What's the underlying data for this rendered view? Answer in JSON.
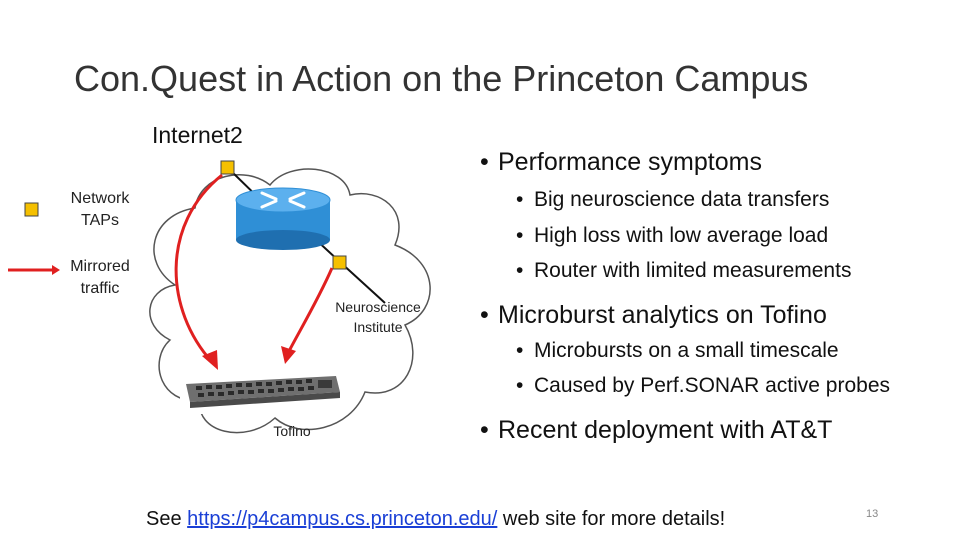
{
  "slide": {
    "title": "Con.Quest in Action on the Princeton Campus",
    "page_number": "13"
  },
  "diagram": {
    "internet_label": "Internet2",
    "legend": {
      "taps_line1": "Network",
      "taps_line2": "TAPs",
      "mirror_line1": "Mirrored",
      "mirror_line2": "traffic"
    },
    "neuro_line1": "Neuroscience",
    "neuro_line2": "Institute",
    "tofino_label": "Tofino",
    "colors": {
      "tap": "#f5c000",
      "arrow": "#e02020",
      "router": "#2f8fd6"
    }
  },
  "bullets": {
    "b1": "Performance symptoms",
    "b1_sub": [
      "Big neuroscience data transfers",
      "High loss with low average load",
      "Router with limited measurements"
    ],
    "b2": "Microburst analytics on Tofino",
    "b2_sub": [
      "Microbursts on a small timescale",
      "Caused by Perf.SONAR active probes"
    ],
    "b3": "Recent deployment with AT&T"
  },
  "footer": {
    "prefix": "See ",
    "link": "https://p4campus.cs.princeton.edu/",
    "suffix": " web site for more details!"
  }
}
